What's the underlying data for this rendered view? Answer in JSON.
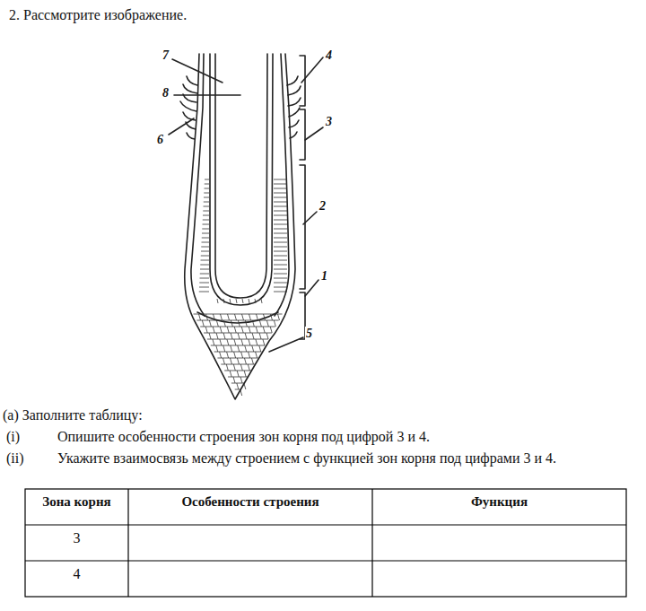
{
  "diagram": {
    "title": "2. Рассмотрите изображение.",
    "labels": [
      "7",
      "8",
      "6",
      "4",
      "3",
      "2",
      "1",
      "5",
      "(а) Заполните таблицу:",
      "(i)",
      "Опишите особенности строения зон корня под цифрой 3 и 4.",
      "(ii)",
      "Укажите взаимосвязь между строением с функцией зон корня под цифрами 3 и 4.",
      "Зона корня",
      "Особенности строения",
      "Функция",
      "3",
      "4"
    ]
  }
}
